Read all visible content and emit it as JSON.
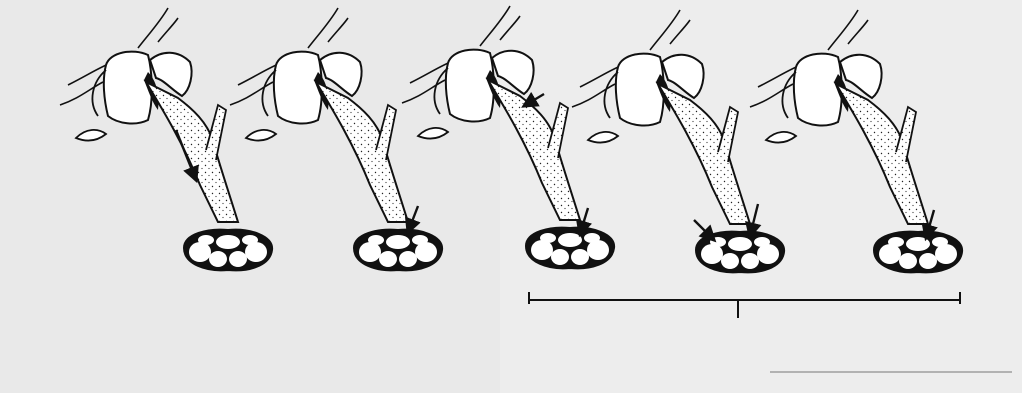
{
  "figure": {
    "background": "#e9e9e9",
    "paper_tint": "#f1f1f1",
    "ink": "#111111",
    "panels": [
      {
        "id": "stage-1",
        "arrows": [
          "shaft-arrow"
        ]
      },
      {
        "id": "stage-2",
        "arrows": [
          "tip-arrow"
        ]
      },
      {
        "id": "stage-3",
        "arrows": [
          "neck-arrow",
          "tip-arrow"
        ]
      },
      {
        "id": "stage-4",
        "arrows": [
          "tip-arrow",
          "left-tip-arrow"
        ]
      },
      {
        "id": "stage-5",
        "arrows": [
          "tip-arrow"
        ]
      }
    ],
    "bracket": {
      "spans_panels": [
        "stage-3",
        "stage-5"
      ]
    }
  }
}
